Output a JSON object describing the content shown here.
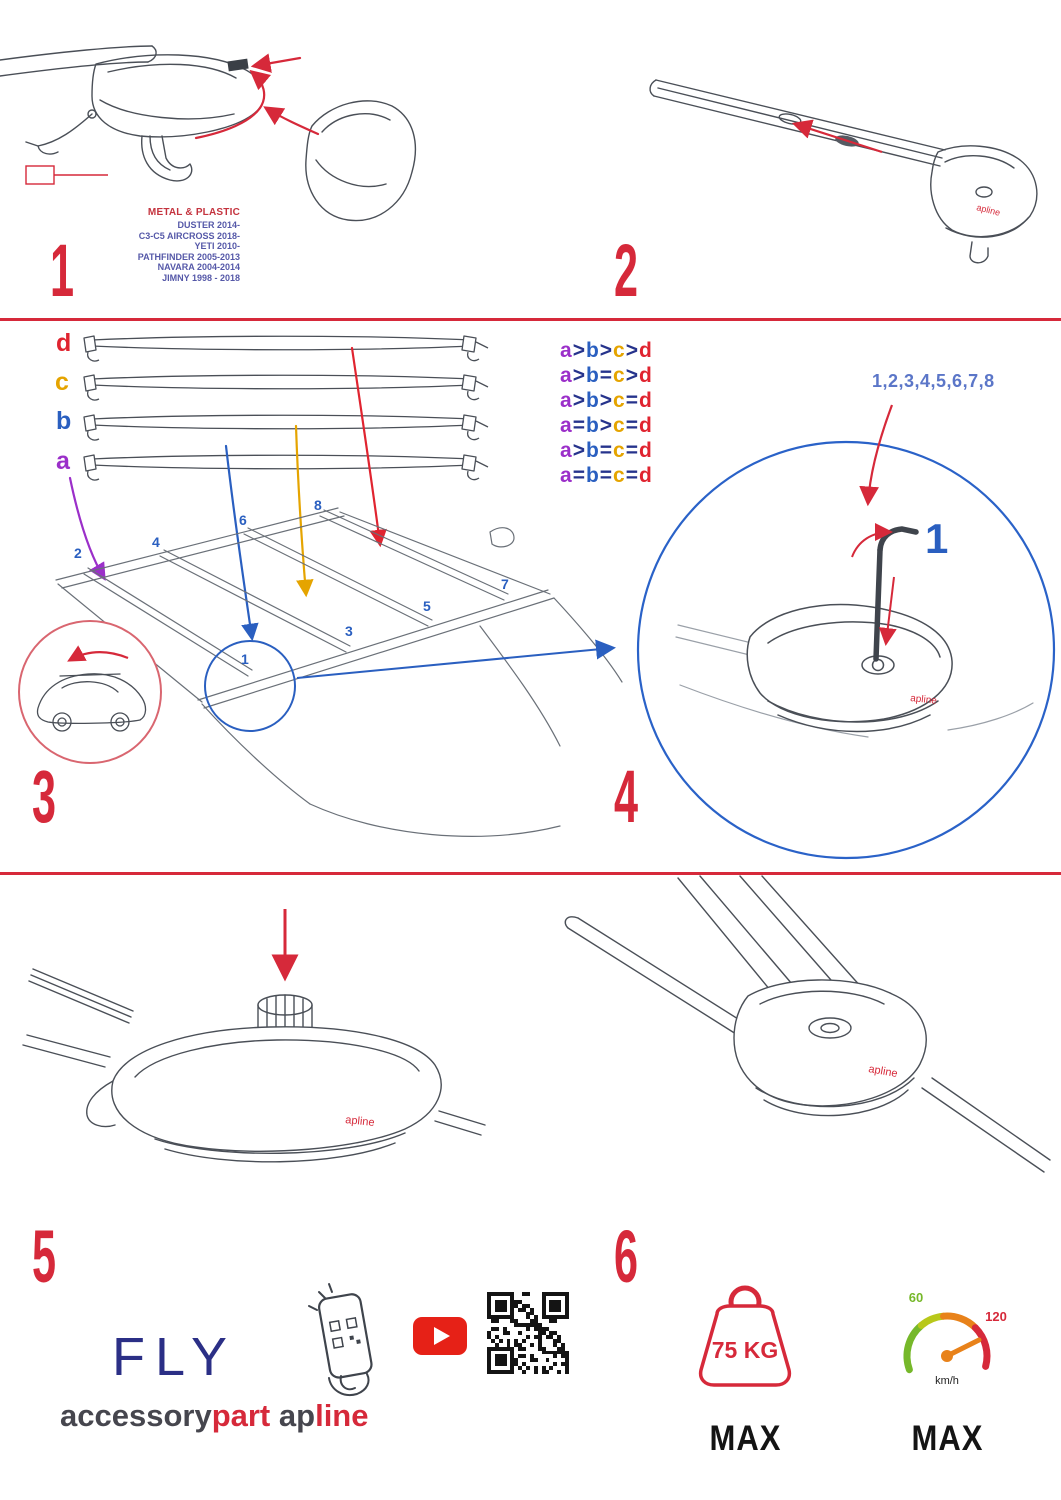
{
  "page": {
    "background": "#ffffff",
    "divider_color": "#d6293a"
  },
  "colors": {
    "accent_red": "#d6293a",
    "line_gray": "#4a4f57",
    "blue": "#2a5fc0",
    "purple": "#9b2fc9",
    "orange": "#e5a400",
    "letter_red": "#e02430",
    "brand_navy": "#2b2f86",
    "brand_gray": "#46464e",
    "youtube_red": "#e62117",
    "gauge_green": "#76b82a",
    "gauge_orange": "#e8821a"
  },
  "step_numbers": [
    "1",
    "2",
    "3",
    "4",
    "5",
    "6"
  ],
  "step1": {
    "material_label": "METAL & PLASTIC",
    "vehicles": [
      "DUSTER 2014-",
      "C3-C5 AIRCROSS 2018-",
      "YETI 2010-",
      "PATHFINDER 2005-2013",
      "NAVARA 2004-2014",
      "JIMNY 1998 - 2018"
    ]
  },
  "step3": {
    "bar_labels": [
      "d",
      "c",
      "b",
      "a"
    ],
    "comparisons": [
      "a>b>c>d",
      "a>b=c>d",
      "a>b>c=d",
      "a=b>c=d",
      "a>b=c=d",
      "a=b=c=d"
    ],
    "letter_colors": {
      "a": "#9b2fc9",
      "b": "#2a5fc0",
      "c": "#e5a400",
      "d": "#e02430",
      "op": "#26338c"
    },
    "sequence": "1,2,3,4,5,6,7,8",
    "roof_positions": [
      "1",
      "2",
      "3",
      "4",
      "5",
      "6",
      "7",
      "8"
    ]
  },
  "step4": {
    "callout_number": "1"
  },
  "branding": {
    "product_name": "FLY",
    "brand_part1": "accessory",
    "brand_part2": "part",
    "logo_part1": "ap",
    "logo_part2": "line",
    "bar_mark": "apline"
  },
  "limits": {
    "weight_value": "75 KG",
    "weight_max_label": "MAX",
    "speed_low": "60",
    "speed_high": "120",
    "speed_unit": "km/h",
    "speed_max_label": "MAX"
  }
}
